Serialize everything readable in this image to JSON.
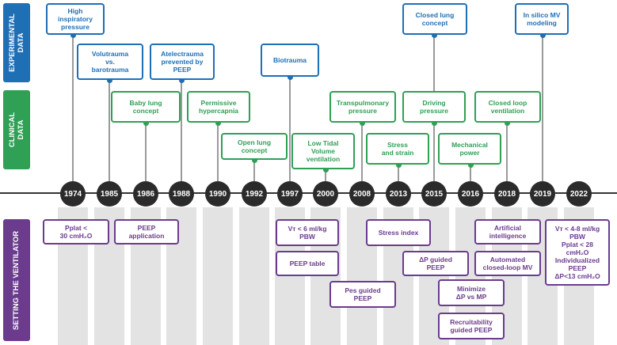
{
  "row_labels": {
    "experimental": "EXPERIMENTAL\nDATA",
    "clinical": "CLINICAL\nDATA",
    "setting": "SETTING THE VENTILATOR"
  },
  "years": [
    "1974",
    "1985",
    "1986",
    "1988",
    "1990",
    "1992",
    "1997",
    "2000",
    "2008",
    "2013",
    "2015",
    "2016",
    "2018",
    "2019",
    "2022"
  ],
  "experimental": [
    {
      "year_index": 0,
      "text": "High\ninspiratory\npressure"
    },
    {
      "year_index": 1,
      "text": "Volutrauma\nvs.\nbarotrauma"
    },
    {
      "year_index": 3,
      "text": "Atelectrauma\nprevented by\nPEEP"
    },
    {
      "year_index": 6,
      "text": "Biotrauma"
    },
    {
      "year_index": 10,
      "text": "Closed lung\nconcept"
    },
    {
      "year_index": 13,
      "text": "In silico MV\nmodeling"
    }
  ],
  "clinical": [
    {
      "year_index": 2,
      "text": "Baby lung\nconcept"
    },
    {
      "year_index": 4,
      "text": "Permissive\nhypercapnia"
    },
    {
      "year_index": 5,
      "text": "Open lung\nconcept"
    },
    {
      "year_index": 7,
      "text": "Low Tidal\nVolume\nventilation"
    },
    {
      "year_index": 8,
      "text": "Transpulmonary\npressure"
    },
    {
      "year_index": 9,
      "text": "Stress\nand strain"
    },
    {
      "year_index": 10,
      "text": "Driving\npressure"
    },
    {
      "year_index": 11,
      "text": "Mechanical\npower"
    },
    {
      "year_index": 12,
      "text": "Closed loop\nventilation"
    }
  ],
  "setting": [
    {
      "id": "pplat",
      "text": "Pplat <\n30 cmH₂O"
    },
    {
      "id": "peep-app",
      "text": "PEEP\napplication"
    },
    {
      "id": "vt6",
      "text": "Vᴛ < 6 ml/kg\nPBW"
    },
    {
      "id": "peep-table",
      "text": "PEEP table"
    },
    {
      "id": "pes",
      "text": "Pes guided\nPEEP"
    },
    {
      "id": "stress-index",
      "text": "Stress index"
    },
    {
      "id": "dp-guided",
      "text": "ΔP guided\nPEEP"
    },
    {
      "id": "minimize",
      "text": "Minimize\nΔP vs MP"
    },
    {
      "id": "recruit",
      "text": "Recruitability\nguided PEEP"
    },
    {
      "id": "ai",
      "text": "Artificial\nintelligence"
    },
    {
      "id": "auto",
      "text": "Automated\nclosed-loop MV"
    },
    {
      "id": "final",
      "text": "Vᴛ < 4-8 ml/kg\nPBW\nPplat < 28\ncmH₂O\nIndividualized\nPEEP\nΔP<13 cmH₂O"
    }
  ],
  "colors": {
    "experimental": "#1f6fb5",
    "clinical": "#2fa055",
    "setting": "#6b3b8e",
    "year": "#2b2b2b"
  }
}
